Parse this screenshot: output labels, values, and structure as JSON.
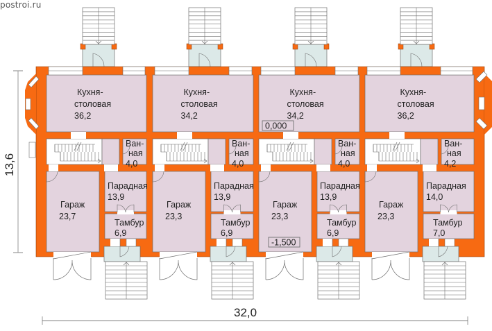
{
  "site": {
    "watermark": "postroi.ru"
  },
  "plan": {
    "title": "Floor plan",
    "colors": {
      "wall": "#F76A12",
      "room": "#E3D3DE",
      "porch": "#DCE9E8",
      "line": "#6E6E6E",
      "dim_line": "#9A9A9A"
    },
    "dimensions": {
      "width_label": "32,0",
      "height_label": "13,6"
    },
    "levels": {
      "floor_level": "0,000",
      "garage_level": "-1,500"
    },
    "units": [
      {
        "kitchen": {
          "name": "Кухня-",
          "name2": "столовая",
          "area": "36,2"
        },
        "bath": {
          "name": "Ван-",
          "name2": "ная",
          "area": "4,0"
        },
        "garage": {
          "name": "Гараж",
          "area": "23,7"
        },
        "hall": {
          "name": "Парадная",
          "area": "13,9"
        },
        "vestibule": {
          "name": "Тамбур",
          "area": "6,9"
        }
      },
      {
        "kitchen": {
          "name": "Кухня-",
          "name2": "столовая",
          "area": "34,2"
        },
        "bath": {
          "name": "Ван-",
          "name2": "ная",
          "area": "4,0"
        },
        "garage": {
          "name": "Гараж",
          "area": "23,3"
        },
        "hall": {
          "name": "Парадная",
          "area": "13,9"
        },
        "vestibule": {
          "name": "Тамбур",
          "area": "6,9"
        }
      },
      {
        "kitchen": {
          "name": "Кухня-",
          "name2": "столовая",
          "area": "34,2"
        },
        "bath": {
          "name": "Ван-",
          "name2": "ная",
          "area": "4,0"
        },
        "garage": {
          "name": "Гараж",
          "area": "23,3"
        },
        "hall": {
          "name": "Парадная",
          "area": "13,9"
        },
        "vestibule": {
          "name": "Тамбур",
          "area": "6,9"
        }
      },
      {
        "kitchen": {
          "name": "Кухня-",
          "name2": "столовая",
          "area": "36,2"
        },
        "bath": {
          "name": "Ван-",
          "name2": "ная",
          "area": "4,2"
        },
        "garage": {
          "name": "Гараж",
          "area": "23,3"
        },
        "hall": {
          "name": "Парадная",
          "area": "14,0"
        },
        "vestibule": {
          "name": "Тамбур",
          "area": "7,0"
        }
      }
    ]
  }
}
